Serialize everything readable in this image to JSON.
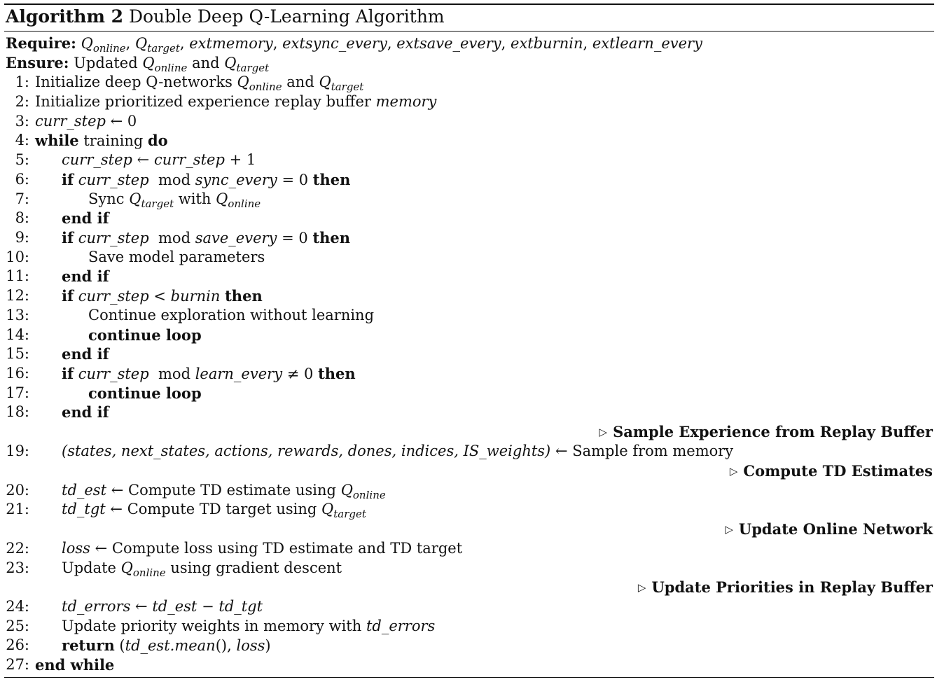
{
  "algorithm": {
    "label": "Algorithm 2",
    "title": "Double Deep Q-Learning Algorithm"
  },
  "require": {
    "keyword": "Require:",
    "items": [
      {
        "base": "Q",
        "sub": "online"
      },
      {
        "base": "Q",
        "sub": "target"
      },
      {
        "name": "extmemory"
      },
      {
        "name": "extsync_every"
      },
      {
        "name": "extsave_every"
      },
      {
        "name": "extburnin"
      },
      {
        "name": "extlearn_every"
      }
    ]
  },
  "ensure": {
    "keyword": "Ensure:",
    "text": "Updated",
    "and": "and",
    "q_online": {
      "base": "Q",
      "sub": "online"
    },
    "q_target": {
      "base": "Q",
      "sub": "target"
    }
  },
  "lines": [
    {
      "n": "1:",
      "text": "Initialize deep Q-networks",
      "and": "and"
    },
    {
      "n": "2:",
      "text": "Initialize prioritized experience replay buffer",
      "var": "memory"
    },
    {
      "n": "3:",
      "var": "curr_step",
      "op": "← 0"
    },
    {
      "n": "4:",
      "kw1": "while",
      "text": "training",
      "kw2": "do"
    },
    {
      "n": "5:",
      "var": "curr_step",
      "op": "←",
      "var2": "curr_step",
      "op2": "+ 1"
    },
    {
      "n": "6:",
      "kw1": "if",
      "var": "curr_step",
      "mod": "mod",
      "var2": "sync_every",
      "op": "= 0",
      "kw2": "then"
    },
    {
      "n": "7:",
      "text": "Sync",
      "with": "with"
    },
    {
      "n": "8:",
      "kw": "end if"
    },
    {
      "n": "9:",
      "kw1": "if",
      "var": "curr_step",
      "mod": "mod",
      "var2": "save_every",
      "op": "= 0",
      "kw2": "then"
    },
    {
      "n": "10:",
      "text": "Save model parameters"
    },
    {
      "n": "11:",
      "kw": "end if"
    },
    {
      "n": "12:",
      "kw1": "if",
      "var": "curr_step",
      "op": "<",
      "var2": "burnin",
      "kw2": "then"
    },
    {
      "n": "13:",
      "text": "Continue exploration without learning"
    },
    {
      "n": "14:",
      "kw": "continue loop"
    },
    {
      "n": "15:",
      "kw": "end if"
    },
    {
      "n": "16:",
      "kw1": "if",
      "var": "curr_step",
      "mod": "mod",
      "var2": "learn_every",
      "op": "≠ 0",
      "kw2": "then"
    },
    {
      "n": "17:",
      "kw": "continue loop"
    },
    {
      "n": "18:",
      "kw": "end if"
    },
    {
      "comment": "Sample Experience from Replay Buffer"
    },
    {
      "n": "19:",
      "tuple": "(states, next_states, actions, rewards, dones, indices, IS_weights)",
      "op": "←",
      "text": "Sample from memory"
    },
    {
      "comment": "Compute TD Estimates"
    },
    {
      "n": "20:",
      "var": "td_est",
      "op": "←",
      "text": "Compute TD estimate using"
    },
    {
      "n": "21:",
      "var": "td_tgt",
      "op": "←",
      "text": "Compute TD target using"
    },
    {
      "comment": "Update Online Network"
    },
    {
      "n": "22:",
      "var": "loss",
      "op": "←",
      "text": "Compute loss using TD estimate and TD target"
    },
    {
      "n": "23:",
      "text": "Update",
      "text2": "using gradient descent"
    },
    {
      "comment": "Update Priorities in Replay Buffer"
    },
    {
      "n": "24:",
      "var": "td_errors",
      "op": "←",
      "var2": "td_est",
      "op2": "−",
      "var3": "td_tgt"
    },
    {
      "n": "25:",
      "text": "Update priority weights in memory with",
      "var": "td_errors"
    },
    {
      "n": "26:",
      "kw": "return",
      "expr_open": "(",
      "var": "td_est.mean",
      "paren": "()",
      "comma": ",",
      "var2": "loss",
      "expr_close": ")"
    },
    {
      "n": "27:",
      "kw": "end while"
    }
  ],
  "symbols": {
    "Q": "Q",
    "online": "online",
    "target": "target",
    "triangle": "▷"
  }
}
